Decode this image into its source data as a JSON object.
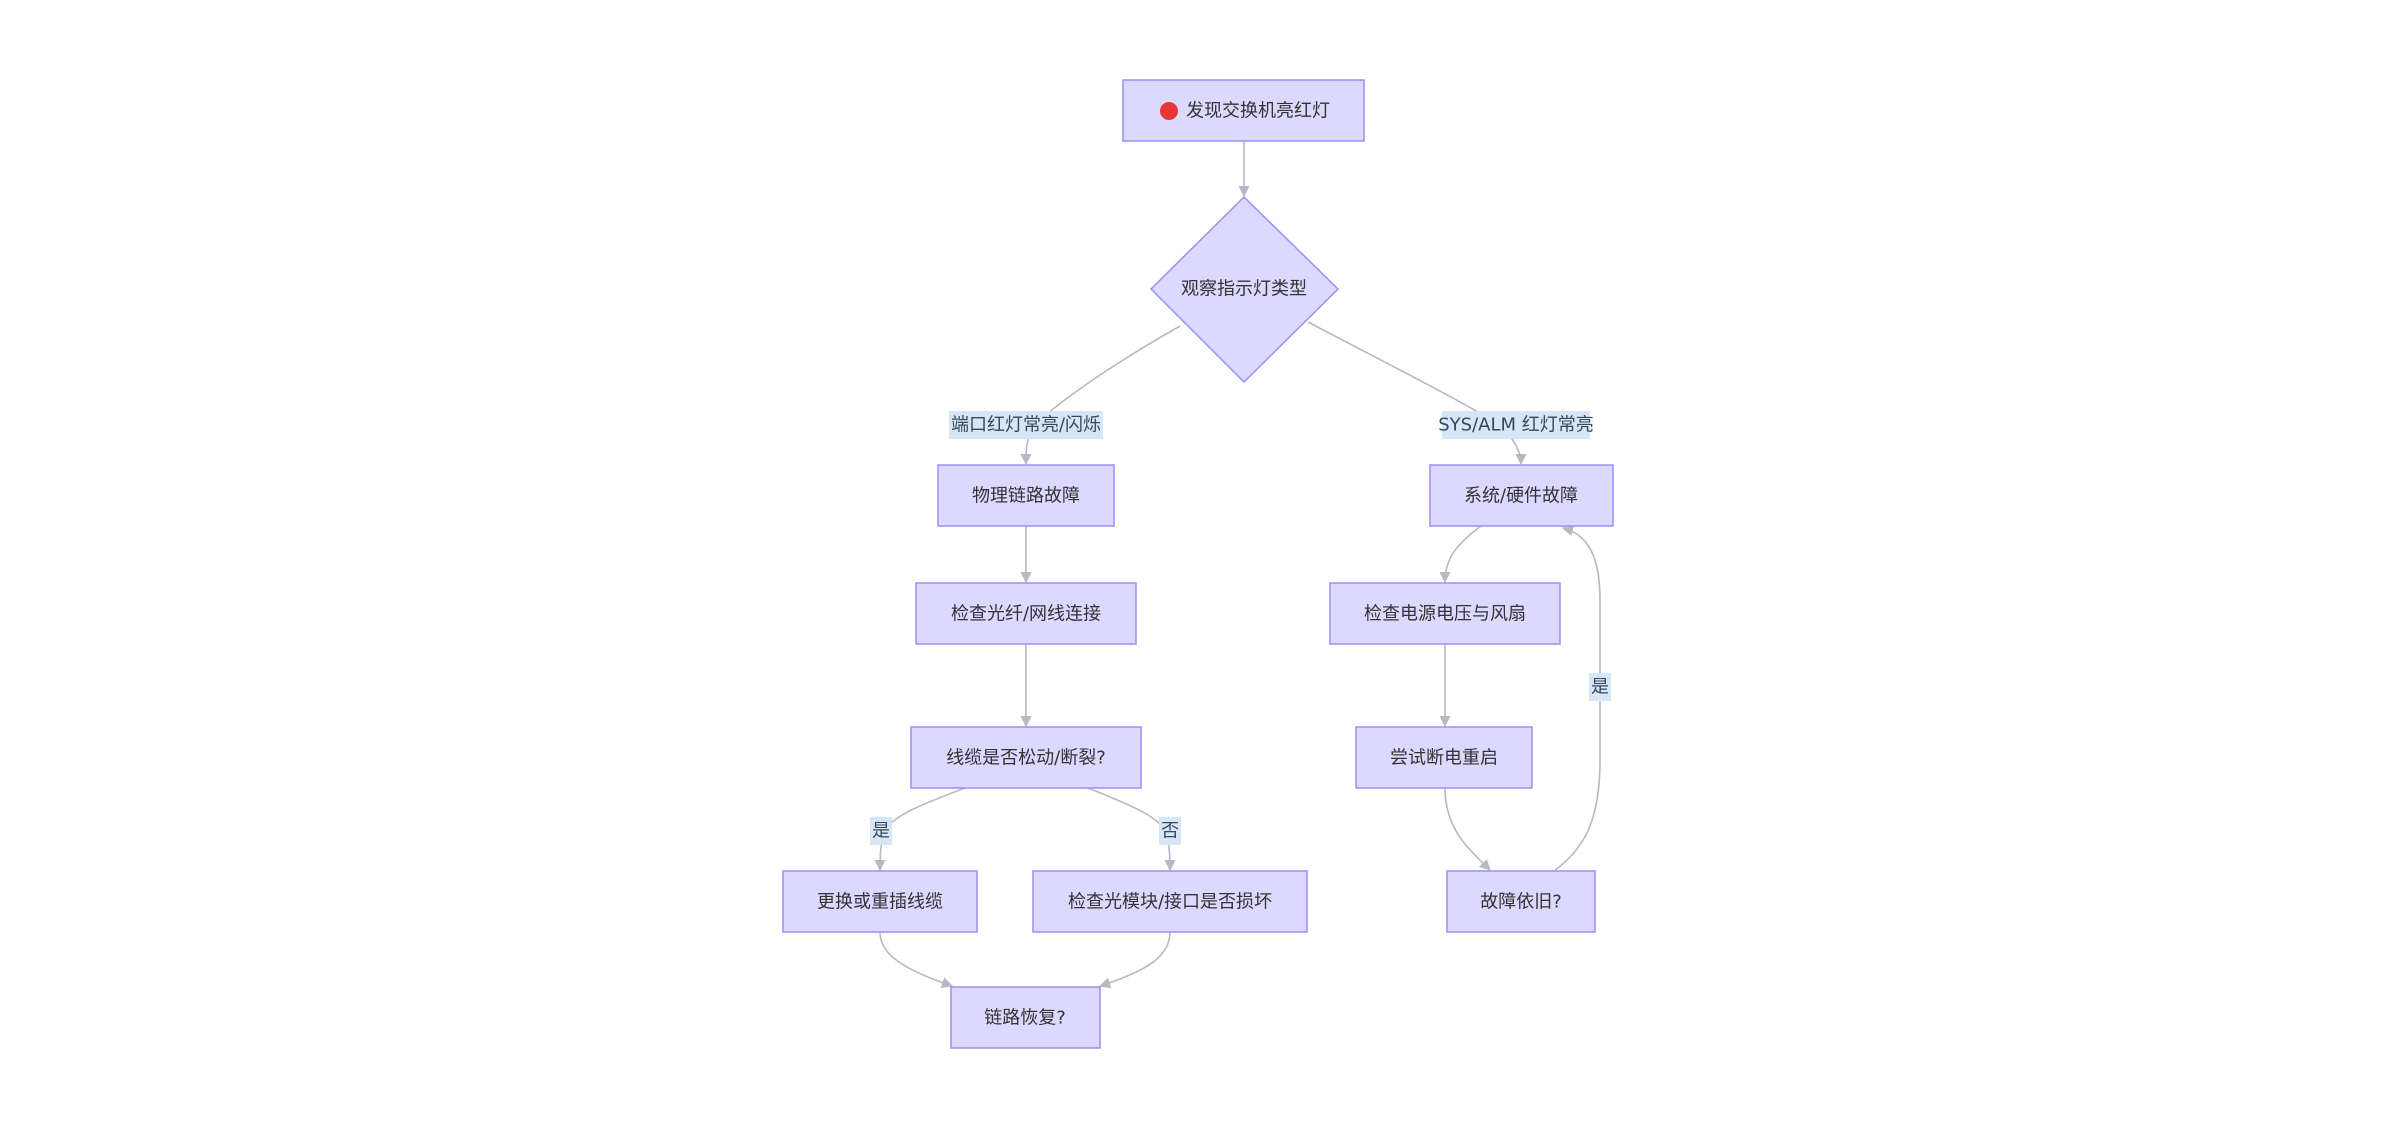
{
  "colors": {
    "node_fill": "#dcd8ff",
    "node_stroke": "#9b8ff0",
    "edge": "#b8b8c4",
    "edge_label_bg": "#d6e6f7",
    "start_dot": "#e83535"
  },
  "nodes": {
    "start": {
      "label": "发现交换机亮红灯",
      "icon": "red-circle-icon"
    },
    "observe": {
      "label": "观察指示灯类型"
    },
    "physical_fault": {
      "label": "物理链路故障"
    },
    "check_fiber": {
      "label": "检查光纤/网线连接"
    },
    "cable_loose": {
      "label": "线缆是否松动/断裂?"
    },
    "replace_cable": {
      "label": "更换或重插线缆"
    },
    "check_module": {
      "label": "检查光模块/接口是否损坏"
    },
    "link_recovered": {
      "label": "链路恢复?"
    },
    "system_fault": {
      "label": "系统/硬件故障"
    },
    "check_power": {
      "label": "检查电源电压与风扇"
    },
    "power_cycle": {
      "label": "尝试断电重启"
    },
    "still_faulty": {
      "label": "故障依旧?"
    }
  },
  "edge_labels": {
    "port_red": "端口红灯常亮/闪烁",
    "sys_alm": "SYS/ALM 红灯常亮",
    "loose_yes": "是",
    "loose_no": "否",
    "still_yes": "是"
  }
}
